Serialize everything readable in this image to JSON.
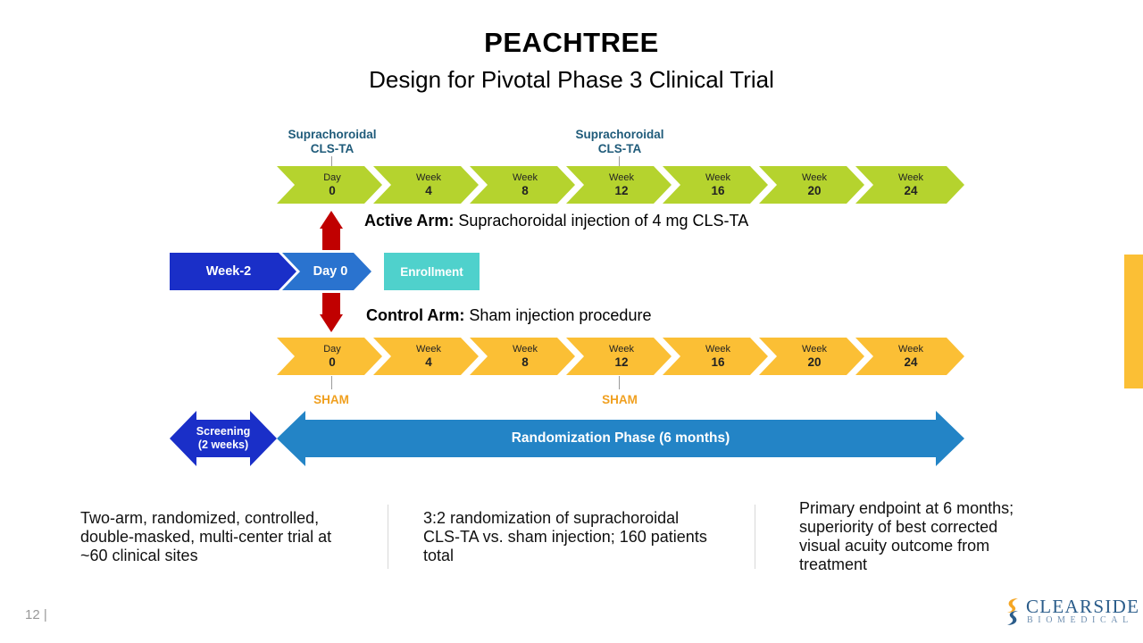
{
  "title": "PEACHTREE",
  "subtitle": "Design for Pivotal Phase 3 Clinical Trial",
  "active_callouts": [
    {
      "line1": "Suprachoroidal",
      "line2": "CLS-TA"
    },
    {
      "line1": "Suprachoroidal",
      "line2": "CLS-TA"
    }
  ],
  "active_timeline": [
    {
      "label": "Day",
      "num": "0"
    },
    {
      "label": "Week",
      "num": "4"
    },
    {
      "label": "Week",
      "num": "8"
    },
    {
      "label": "Week",
      "num": "12"
    },
    {
      "label": "Week",
      "num": "16"
    },
    {
      "label": "Week",
      "num": "20"
    },
    {
      "label": "Week",
      "num": "24"
    }
  ],
  "active_arm": {
    "bold": "Active Arm:",
    "text": "Suprachoroidal injection of 4 mg CLS-TA"
  },
  "flow": {
    "week_minus2": "Week-2",
    "day0": "Day 0",
    "enrollment": "Enrollment"
  },
  "control_arm": {
    "bold": "Control Arm:",
    "text": "Sham injection procedure"
  },
  "control_timeline": [
    {
      "label": "Day",
      "num": "0"
    },
    {
      "label": "Week",
      "num": "4"
    },
    {
      "label": "Week",
      "num": "8"
    },
    {
      "label": "Week",
      "num": "12"
    },
    {
      "label": "Week",
      "num": "16"
    },
    {
      "label": "Week",
      "num": "20"
    },
    {
      "label": "Week",
      "num": "24"
    }
  ],
  "sham_labels": [
    "SHAM",
    "SHAM"
  ],
  "screening": {
    "line1": "Screening",
    "line2": "(2 weeks)"
  },
  "randomization": "Randomization Phase (6 months)",
  "bullets": [
    {
      "lines": [
        "Two-arm, randomized, controlled,",
        "double-masked, multi-center trial at",
        "~60 clinical sites"
      ]
    },
    {
      "lines": [
        "3:2 randomization of suprachoroidal",
        "CLS-TA vs. sham injection; 160 patients",
        "total"
      ]
    },
    {
      "lines": [
        "Primary endpoint at 6 months;",
        "superiority of best corrected",
        "visual acuity outcome from",
        "treatment"
      ]
    }
  ],
  "page_number": "12 |",
  "logo": {
    "name": "CLEARSIDE",
    "sub": "BIOMEDICAL"
  },
  "colors": {
    "active_green": "#b5d32e",
    "control_orange": "#fbbf35",
    "dark_blue": "#1a2fc8",
    "mid_blue": "#2a73cf",
    "teal": "#4fd1cc",
    "red_arrow": "#c00000",
    "callout_text": "#1f5b7a",
    "sham_text": "#f0a020",
    "rand_blue": "#2384c6"
  }
}
